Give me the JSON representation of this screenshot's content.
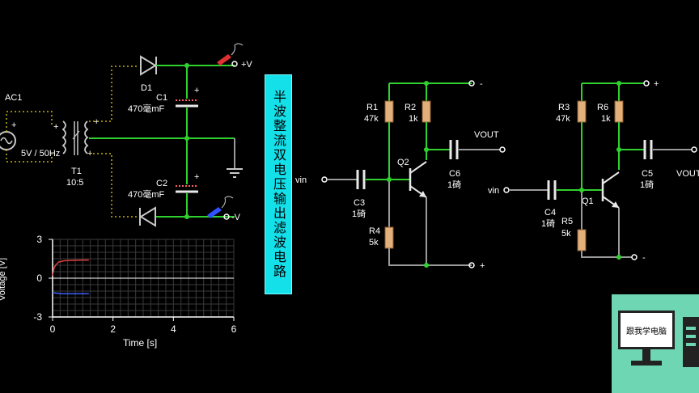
{
  "circuit": {
    "ac_source": {
      "name": "AC1",
      "spec": "5V / 50Hz"
    },
    "transformer": {
      "name": "T1",
      "ratio": "10:5"
    },
    "diode": {
      "name": "D1"
    },
    "capacitors": [
      {
        "name": "C1",
        "value": "470毫mF"
      },
      {
        "name": "C2",
        "value": "470毫mF"
      }
    ],
    "outputs": {
      "positive": "+V",
      "negative": "-V"
    },
    "polarity_plus": "+",
    "polarity_minus": "-"
  },
  "banner": {
    "text": "半波整流双电压输出滤波电路",
    "color": "#14e0ea"
  },
  "amp_left": {
    "resistors": [
      {
        "name": "R1",
        "value": "47k"
      },
      {
        "name": "R2",
        "value": "1k"
      },
      {
        "name": "R4",
        "value": "5k"
      }
    ],
    "transistor": "Q2",
    "cap_in": {
      "name": "C3",
      "value": "1碕"
    },
    "cap_out": {
      "name": "C6",
      "value": "1碕"
    },
    "vin": "vin",
    "vout": "VOUT",
    "top_rail": "-",
    "bottom_rail": "+"
  },
  "amp_right": {
    "resistors": [
      {
        "name": "R3",
        "value": "47k"
      },
      {
        "name": "R6",
        "value": "1k"
      },
      {
        "name": "R5",
        "value": "5k"
      }
    ],
    "transistor": "Q1",
    "cap_in": {
      "name": "C4",
      "value": "1碕"
    },
    "cap_out": {
      "name": "C5",
      "value": "1碕"
    },
    "vin": "vin",
    "vout": "VOUT",
    "top_rail": "+",
    "bottom_rail": "-"
  },
  "chart_data": {
    "type": "line",
    "xlabel": "Time [s]",
    "ylabel": "Voltage [V]",
    "xlim": [
      0,
      6
    ],
    "ylim": [
      -3,
      3
    ],
    "xticks": [
      "0",
      "2",
      "4",
      "6"
    ],
    "yticks": [
      "3",
      "0",
      "-3"
    ],
    "grid": true,
    "series": [
      {
        "color": "#e04040",
        "x": [
          0,
          0.05,
          0.1,
          0.2,
          0.4,
          0.7,
          1.0,
          1.2
        ],
        "y": [
          0.2,
          0.8,
          1.0,
          1.25,
          1.35,
          1.38,
          1.4,
          1.4
        ]
      },
      {
        "color": "#4060ff",
        "x": [
          0,
          0.1,
          0.3,
          0.6,
          1.0,
          1.2
        ],
        "y": [
          -1.1,
          -1.15,
          -1.2,
          -1.2,
          -1.2,
          -1.2
        ]
      }
    ]
  },
  "logo": {
    "text": "跟我学电脑",
    "color": "#6fd6b4"
  }
}
